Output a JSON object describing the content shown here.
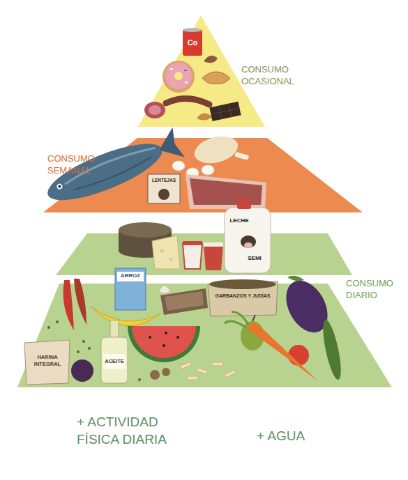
{
  "diagram": {
    "labels": [
      "Co",
      "CONSUMO OCASIONAL",
      "CONSUMO SEMANAL",
      "LENTEJAS",
      "LECHE",
      "SEMI",
      "ARROZ",
      "GARBANZOS Y JUDÍAS",
      "CONSUMO DIARIO",
      "HARINA INTEGRAL",
      "ACEITE",
      "+ ACTIVIDAD FÍSICA DIARIA",
      "+ AGUA"
    ]
  }
}
